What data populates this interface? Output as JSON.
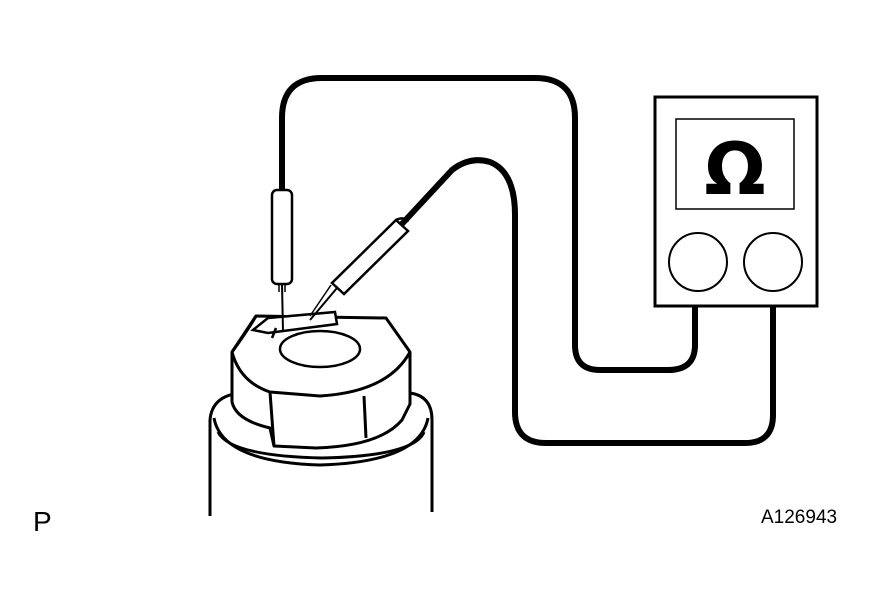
{
  "meter": {
    "display_symbol": "Ω"
  },
  "labels": {
    "view_letter": "P",
    "figure_id": "A126943"
  },
  "colors": {
    "line": "#000000",
    "background": "#ffffff"
  }
}
